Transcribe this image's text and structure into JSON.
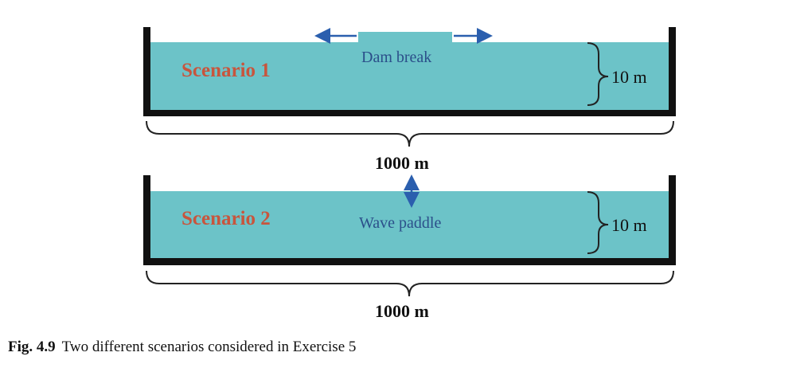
{
  "colors": {
    "water": "#6cc3c8",
    "walls": "#111111",
    "scenario_label": "#c8553d",
    "arrow": "#2b5fae",
    "mid_label": "#2b4f8a"
  },
  "scenario1": {
    "label": "Scenario 1",
    "event_label": "Dam break",
    "depth_label": "10 m",
    "length_label": "1000 m"
  },
  "scenario2": {
    "label": "Scenario 2",
    "event_label": "Wave paddle",
    "depth_label": "10 m",
    "length_label": "1000 m"
  },
  "caption": {
    "number": "Fig. 4.9",
    "text": "Two different scenarios considered in Exercise 5"
  }
}
